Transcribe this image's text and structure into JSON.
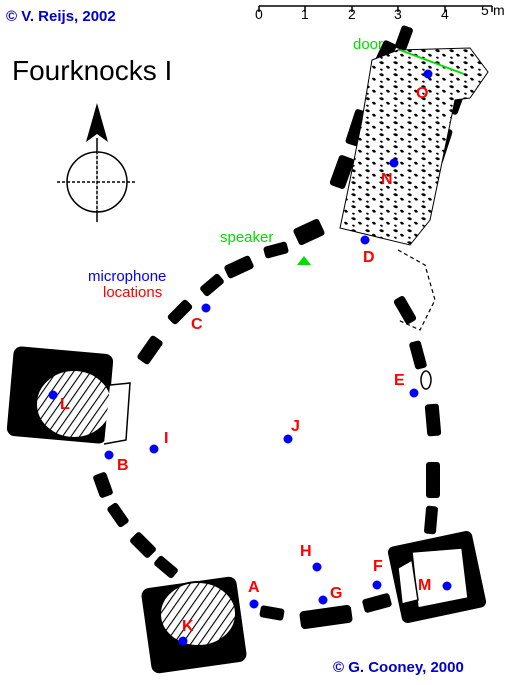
{
  "copyright_left": "© V. Reijs, 2002",
  "copyright_right": "© G. Cooney, 2000",
  "title": "Fourknocks I",
  "scale": {
    "ticks": [
      "0",
      "1",
      "2",
      "3",
      "4",
      "5"
    ],
    "unit": "m"
  },
  "labels": {
    "door": "door",
    "speaker": "speaker",
    "microphone_line1": "microphone",
    "microphone_line2": "locations"
  },
  "microphones": [
    {
      "id": "A",
      "label": "A"
    },
    {
      "id": "B",
      "label": "B"
    },
    {
      "id": "C",
      "label": "C"
    },
    {
      "id": "D",
      "label": "D"
    },
    {
      "id": "E",
      "label": "E"
    },
    {
      "id": "F",
      "label": "F"
    },
    {
      "id": "G",
      "label": "G"
    },
    {
      "id": "H",
      "label": "H"
    },
    {
      "id": "I",
      "label": "I"
    },
    {
      "id": "J",
      "label": "J"
    },
    {
      "id": "K",
      "label": "K"
    },
    {
      "id": "L",
      "label": "L"
    },
    {
      "id": "M",
      "label": "M"
    },
    {
      "id": "N",
      "label": "N"
    },
    {
      "id": "O",
      "label": "O"
    }
  ],
  "colors": {
    "microphone_dot": "#0000ff",
    "microphone_label": "#ff0000",
    "annotation_green": "#00dd00",
    "copyright_blue": "#0000cc",
    "stone": "#000000"
  }
}
